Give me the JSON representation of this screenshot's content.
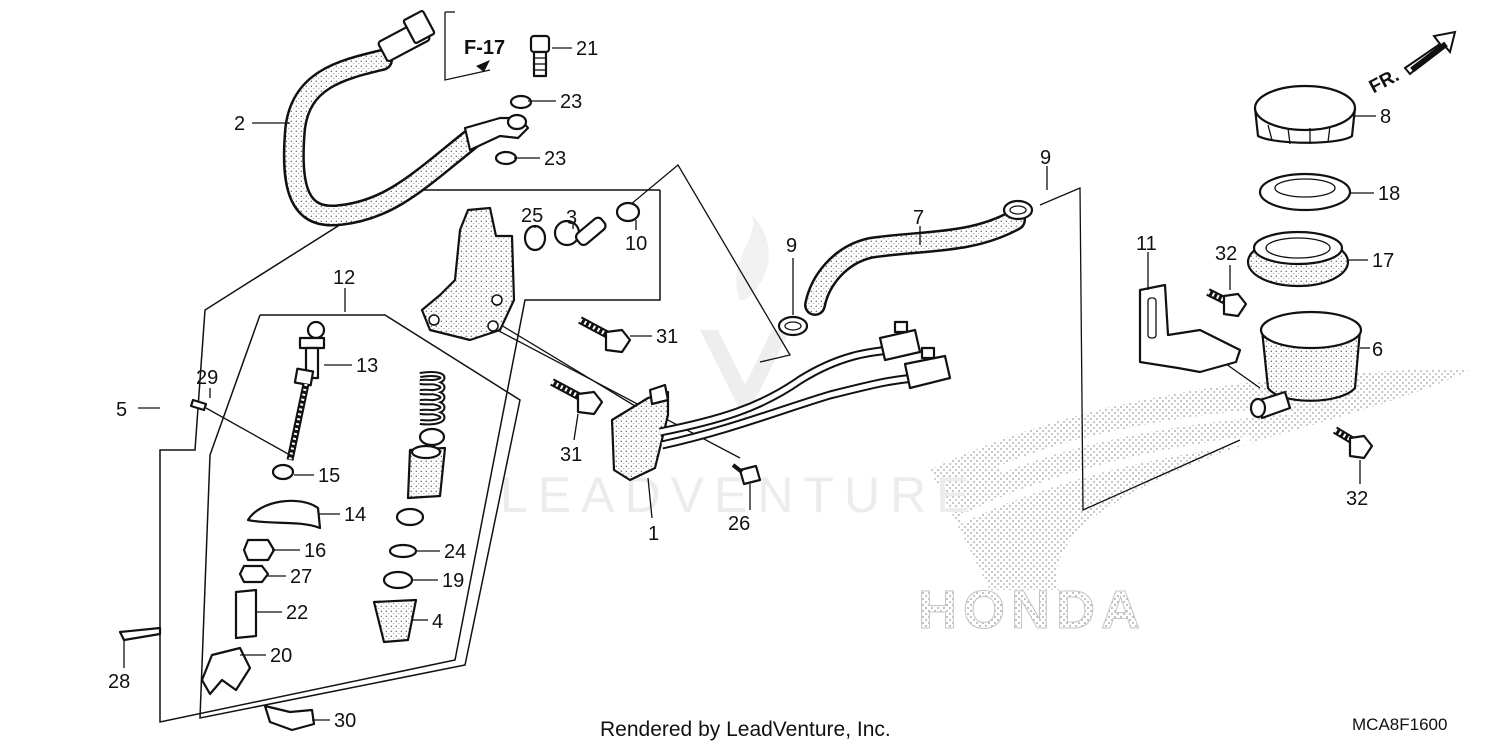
{
  "diagram": {
    "callouts": {
      "c1": "1",
      "c2": "2",
      "c3": "3",
      "c4": "4",
      "c5": "5",
      "c6": "6",
      "c7": "7",
      "c8": "8",
      "c9a": "9",
      "c9b": "9",
      "c10": "10",
      "c11": "11",
      "c12": "12",
      "c13": "13",
      "c14": "14",
      "c15": "15",
      "c16": "16",
      "c17": "17",
      "c18": "18",
      "c19": "19",
      "c20": "20",
      "c21": "21",
      "c22": "22",
      "c23a": "23",
      "c23b": "23",
      "c24": "24",
      "c25": "25",
      "c26": "26",
      "c27": "27",
      "c28": "28",
      "c29": "29",
      "c30": "30",
      "c31a": "31",
      "c31b": "31",
      "c32a": "32",
      "c32b": "32"
    },
    "ref_label": "F-17",
    "direction_label": "FR.",
    "watermark_text": "LEADVENTURE",
    "brand_text": "HONDA"
  },
  "footer": {
    "credit": "Rendered by LeadVenture, Inc.",
    "diagram_code": "MCA8F1600"
  }
}
